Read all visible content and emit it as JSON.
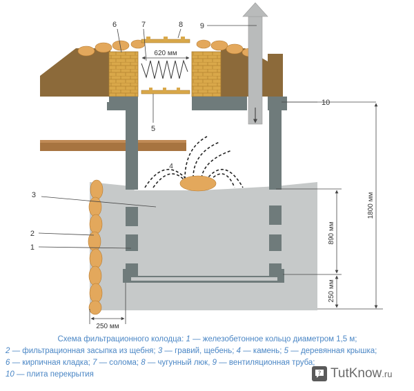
{
  "labels": {
    "n1": "1",
    "n2": "2",
    "n3": "3",
    "n4": "4",
    "n5": "5",
    "n6": "6",
    "n7": "7",
    "n8": "8",
    "n9": "9",
    "n10": "10"
  },
  "dimensions": {
    "hatch_width": "620 мм",
    "total_height": "1800 мм",
    "upper_height": "890 мм",
    "bottom_height": "250 мм",
    "wall_offset": "250 мм"
  },
  "caption": {
    "lines": [
      {
        "num": "",
        "text": "Схема фильтрационного колодца: "
      },
      {
        "num": "1",
        "text": " — железобетонное кольцо диаметром 1,5 м;"
      },
      {
        "num": "2",
        "text": " — фильтрационная засыпка из щебня; "
      },
      {
        "num": "3",
        "text": " — гравий, щебень; "
      },
      {
        "num": "4",
        "text": " — камень; "
      },
      {
        "num": "5",
        "text": " — деревянная крышка;"
      },
      {
        "num": "6",
        "text": " — кирпичная кладка; "
      },
      {
        "num": "7",
        "text": " — солома; "
      },
      {
        "num": "8",
        "text": " — чугунный люк, "
      },
      {
        "num": "9",
        "text": " — вентиляционная труба;"
      },
      {
        "num": "10",
        "text": " — плита перекрытия"
      }
    ]
  },
  "watermark": {
    "name": "TutKnow",
    "tld": ".ru"
  },
  "colors": {
    "concrete": "#6f7b7b",
    "gravel": "#c6c9c9",
    "earth": "#8c6a3a",
    "brick": "#d9a84a",
    "stone": "#e3a85c",
    "caption": "#4a86c5"
  }
}
